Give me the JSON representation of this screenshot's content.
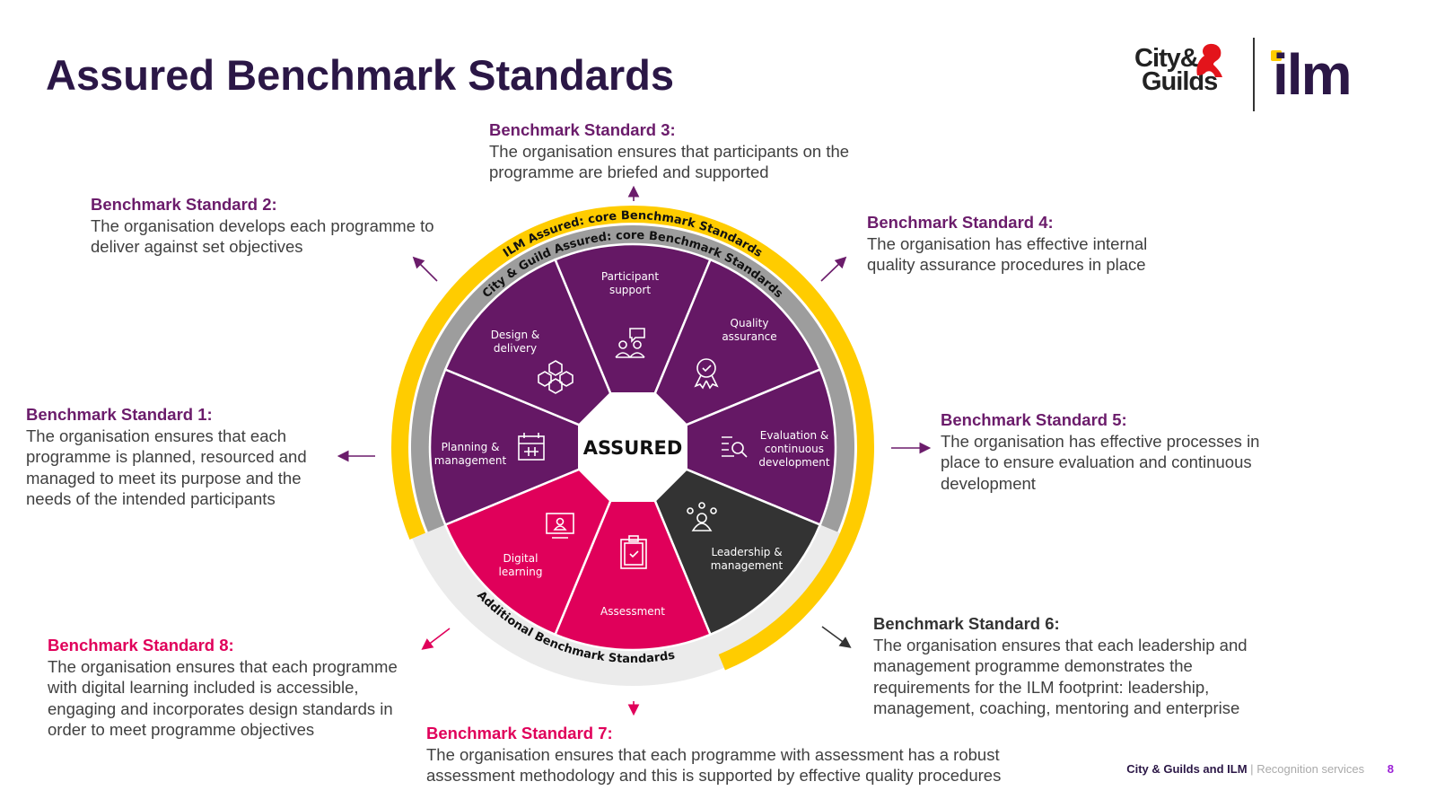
{
  "title": "Assured Benchmark Standards",
  "logo": {
    "city_guilds_line1": "City&",
    "city_guilds_line2": "Guilds",
    "ilm": "ilm"
  },
  "colors": {
    "title": "#2b1746",
    "purple": "#651865",
    "pink": "#e0005a",
    "dark": "#333333",
    "yellow": "#ffcc00",
    "ring_gray": "#9d9d9d",
    "ring_light": "#ebebeb"
  },
  "wheel": {
    "center": "ASSURED",
    "ring_outer": "ILM Assured: core Benchmark Standards",
    "ring_inner": "City & Guild Assured: core Benchmark Standards",
    "ring_additional": "Additional Benchmark Standards",
    "segments": [
      {
        "lines": [
          "Participant",
          "support"
        ],
        "icon": "people-speech-icon",
        "color": "purple"
      },
      {
        "lines": [
          "Quality",
          "assurance"
        ],
        "icon": "award-ribbon-icon",
        "color": "purple"
      },
      {
        "lines": [
          "Evaluation &",
          "continuous",
          "development"
        ],
        "icon": "list-search-icon",
        "color": "purple"
      },
      {
        "lines": [
          "Leadership &",
          "management"
        ],
        "icon": "leader-group-icon",
        "color": "dark"
      },
      {
        "lines": [
          "Assessment"
        ],
        "icon": "clipboard-check-icon",
        "color": "pink"
      },
      {
        "lines": [
          "Digital",
          "learning"
        ],
        "icon": "monitor-user-icon",
        "color": "pink"
      },
      {
        "lines": [
          "Planning &",
          "management"
        ],
        "icon": "calendar-icon",
        "color": "purple"
      },
      {
        "lines": [
          "Design &",
          "delivery"
        ],
        "icon": "cubes-icon",
        "color": "purple"
      }
    ]
  },
  "standards": {
    "s1": {
      "heading": "Benchmark Standard 1:",
      "text": "The organisation ensures that each programme is planned, resourced and managed to meet its purpose and the needs of the intended participants"
    },
    "s2": {
      "heading": "Benchmark Standard 2:",
      "text": "The organisation develops each programme to deliver against set objectives"
    },
    "s3": {
      "heading": "Benchmark Standard 3:",
      "text": "The organisation ensures that participants on the programme are briefed and supported"
    },
    "s4": {
      "heading": "Benchmark Standard 4:",
      "text": "The organisation has effective internal quality assurance procedures in place"
    },
    "s5": {
      "heading": "Benchmark Standard 5:",
      "text": "The organisation has effective processes in place to ensure evaluation and continuous development"
    },
    "s6": {
      "heading": "Benchmark Standard 6:",
      "text": "The organisation ensures that each leadership and management programme demonstrates the requirements for the ILM footprint: leadership, management, coaching, mentoring and enterprise"
    },
    "s7": {
      "heading": "Benchmark Standard 7:",
      "text": "The organisation ensures that each programme with assessment has a robust assessment methodology and this is supported by effective quality procedures"
    },
    "s8": {
      "heading": "Benchmark Standard 8:",
      "text": "The organisation ensures that each programme with digital learning included is accessible, engaging and incorporates design standards in order to meet programme objectives"
    }
  },
  "footer": {
    "org": "City & Guilds and ILM",
    "separator": "|",
    "service": "Recognition services",
    "page": "8"
  }
}
